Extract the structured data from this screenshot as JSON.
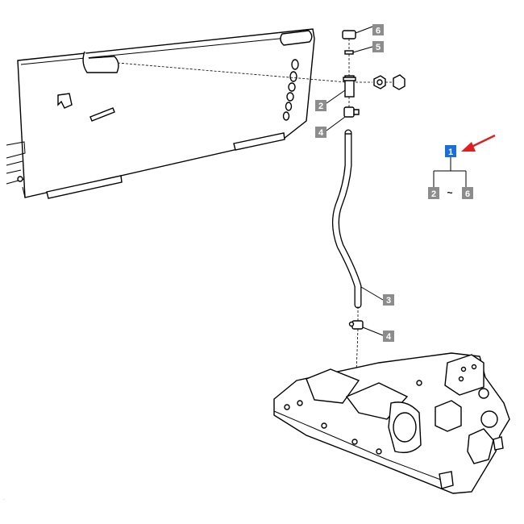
{
  "callouts": [
    {
      "id": "callout-6",
      "label": "6"
    },
    {
      "id": "callout-5",
      "label": "5"
    },
    {
      "id": "callout-2",
      "label": "2"
    },
    {
      "id": "callout-4-top",
      "label": "4"
    },
    {
      "id": "callout-3",
      "label": "3"
    },
    {
      "id": "callout-4-bottom",
      "label": "4"
    }
  ],
  "assembly_tree": {
    "parent": "1",
    "range_start": "2",
    "range_sep": "~",
    "range_end": "6"
  },
  "colors": {
    "callout_box": "#8c8c8c",
    "selected_box": "#1a6fd6",
    "arrow": "#e02020"
  }
}
